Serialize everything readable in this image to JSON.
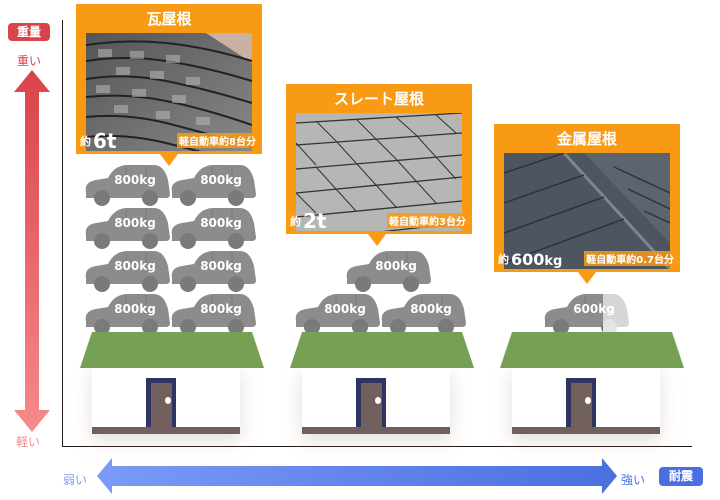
{
  "axes": {
    "vertical": {
      "badge": "重量",
      "top_label": "重い",
      "bottom_label": "軽い",
      "gradient_colors": [
        "#d9434a",
        "#f78a8a"
      ]
    },
    "horizontal": {
      "badge": "耐震",
      "left_label": "弱い",
      "right_label": "強い",
      "gradient_colors": [
        "#7b9bf7",
        "#4a6fe0"
      ]
    }
  },
  "colors": {
    "panel": "#f89a14",
    "car": "#8c8c8c",
    "roof": "#76a054",
    "door_frame": "#2f3563",
    "door": "#72605f"
  },
  "roofs": [
    {
      "title": "瓦屋根",
      "photo": "kawara-tile-roof-photo",
      "weight_prefix": "約",
      "weight_value": "6",
      "weight_unit": "t",
      "car_equivalent": "軽自動車約8台分",
      "cars": [
        "800kg",
        "800kg",
        "800kg",
        "800kg",
        "800kg",
        "800kg",
        "800kg",
        "800kg"
      ]
    },
    {
      "title": "スレート屋根",
      "photo": "slate-roof-photo",
      "weight_prefix": "約",
      "weight_value": "2",
      "weight_unit": "t",
      "car_equivalent": "軽自動車約3台分",
      "cars": [
        "800kg",
        "800kg",
        "800kg"
      ]
    },
    {
      "title": "金属屋根",
      "photo": "metal-roof-photo",
      "weight_prefix": "約",
      "weight_value": "600",
      "weight_unit": "kg",
      "car_equivalent": "軽自動車約0.7台分",
      "cars": [
        "600kg"
      ],
      "partial_car_fraction": 0.7
    }
  ]
}
